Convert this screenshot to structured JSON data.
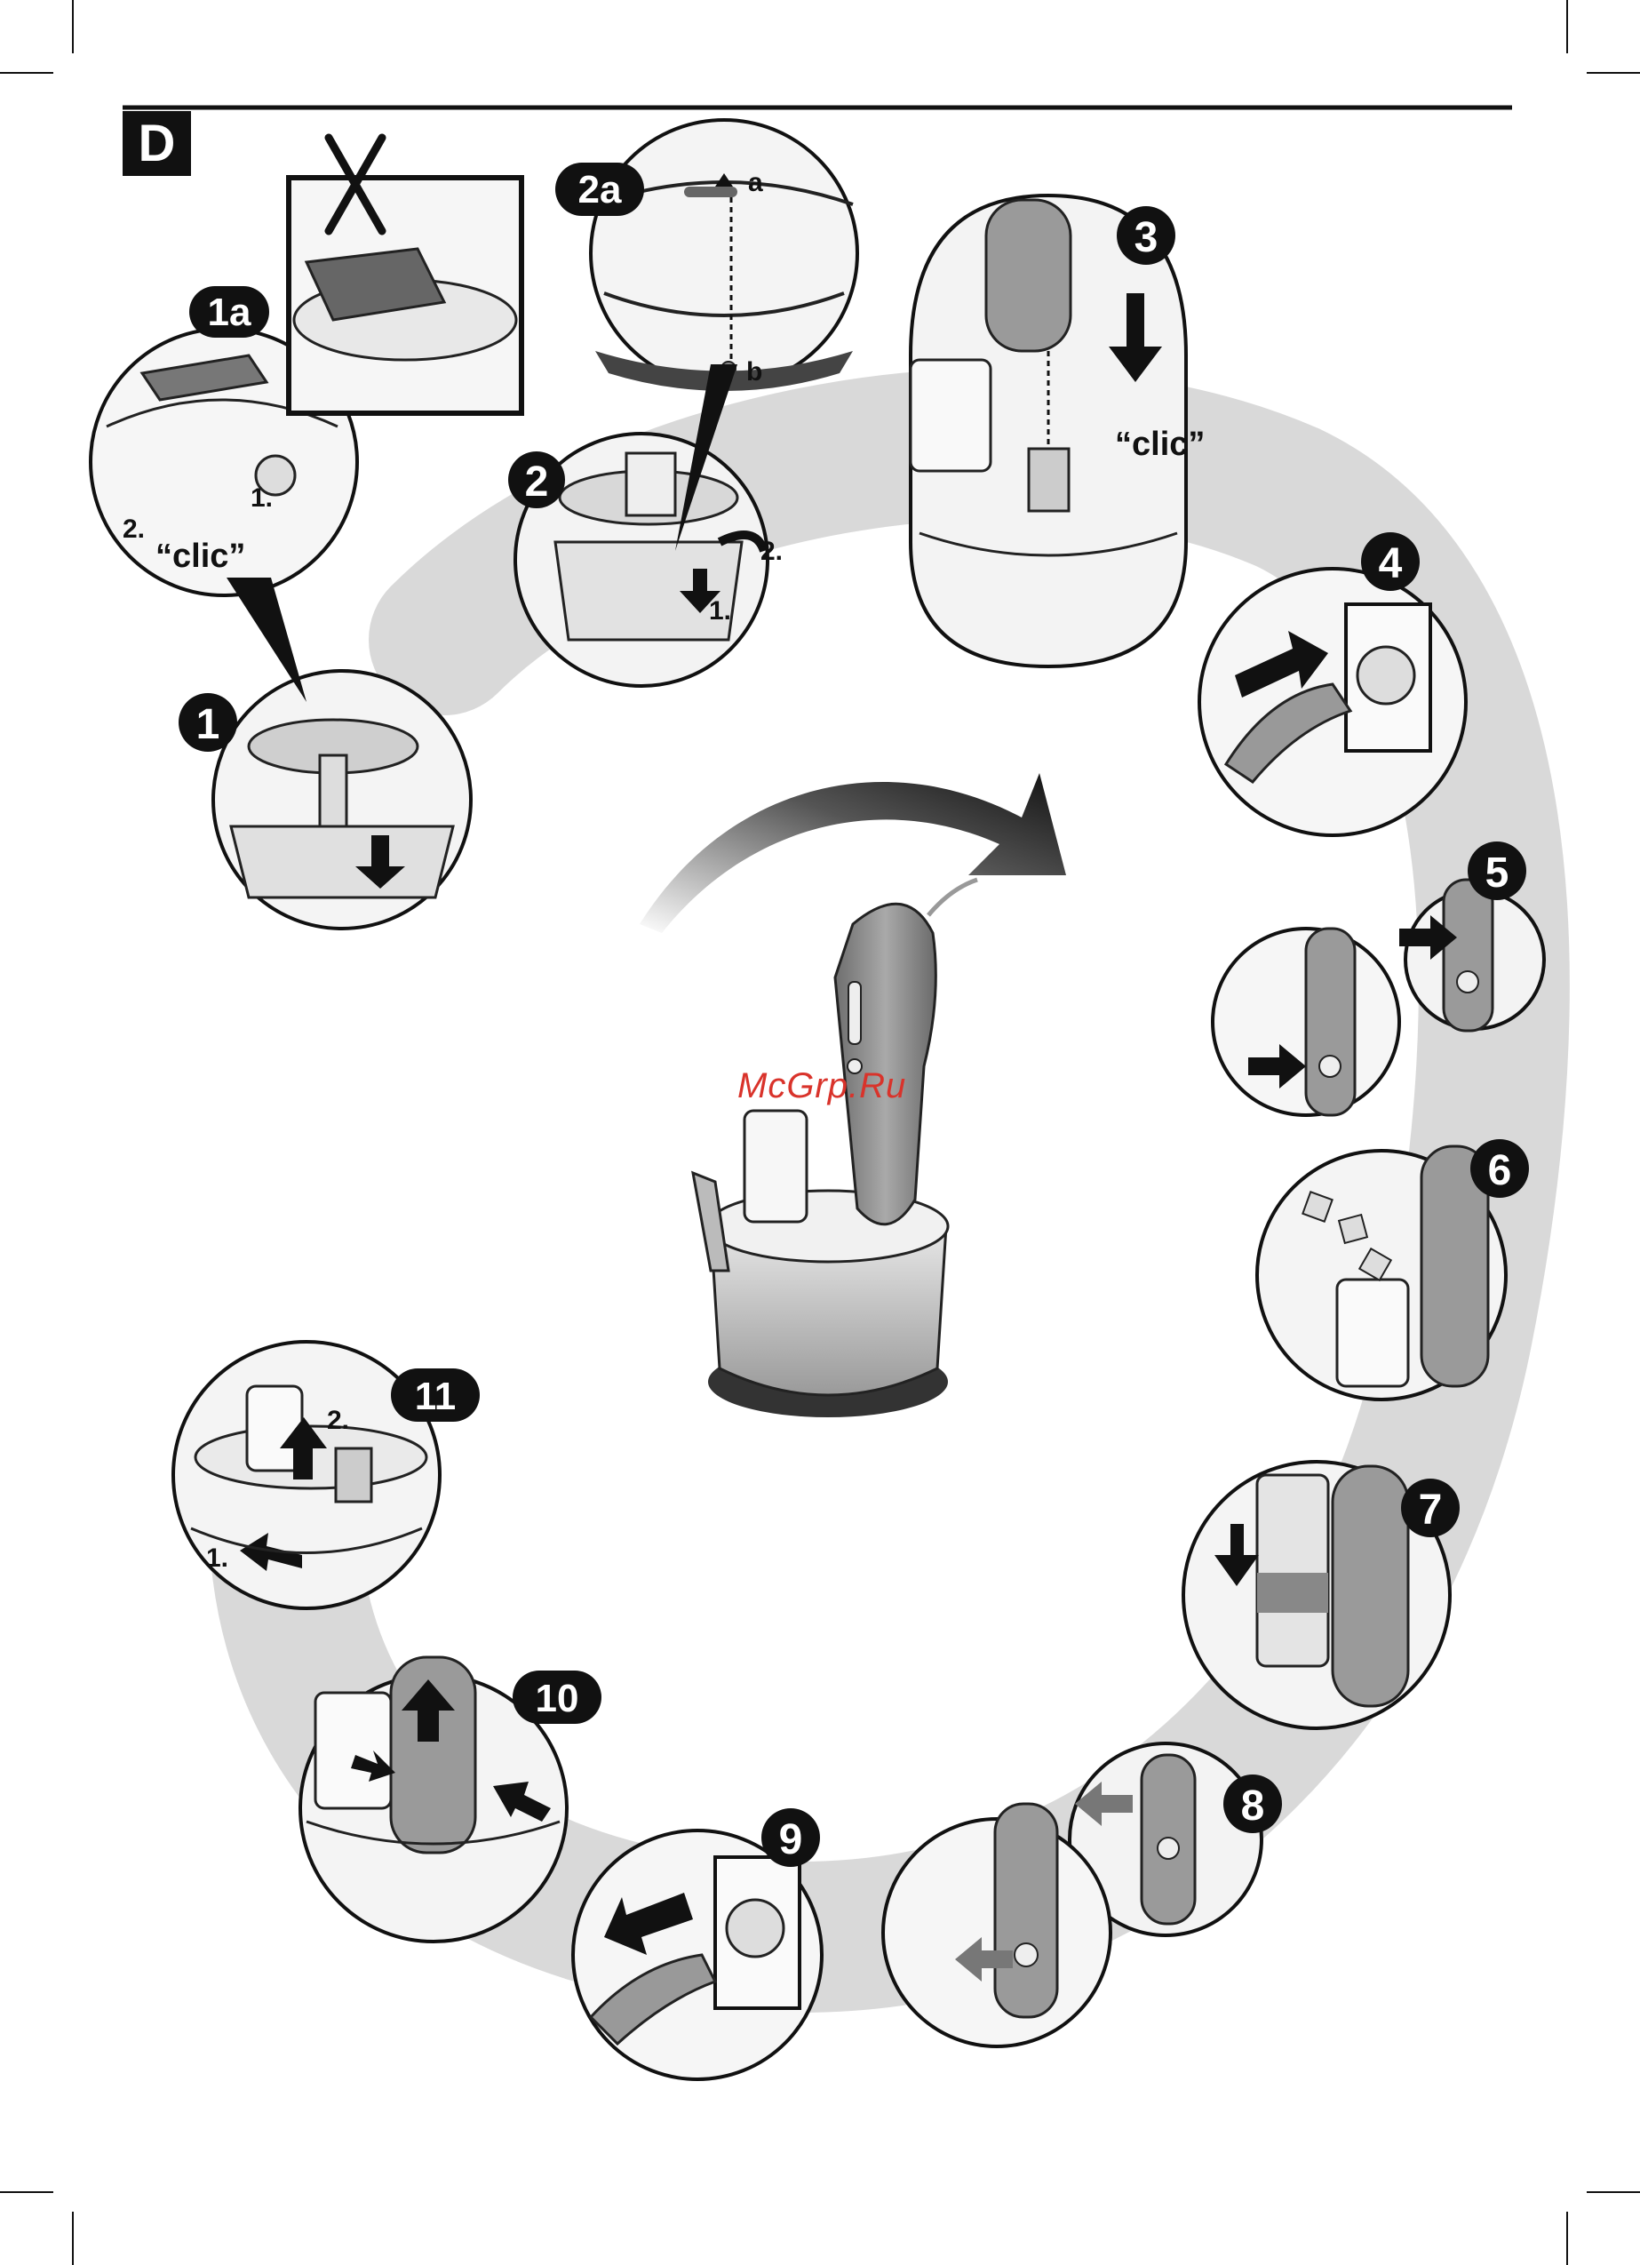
{
  "section": {
    "letter": "D"
  },
  "steps": [
    {
      "id": "1",
      "label": "1"
    },
    {
      "id": "1a",
      "label": "1a",
      "sub": [
        "1.",
        "2."
      ],
      "sound": "“clic”"
    },
    {
      "id": "2",
      "label": "2",
      "sub": [
        "1.",
        "2."
      ]
    },
    {
      "id": "2a",
      "label": "2a",
      "marks": [
        "a",
        "b"
      ]
    },
    {
      "id": "3",
      "label": "3",
      "sound": "“clic”"
    },
    {
      "id": "4",
      "label": "4"
    },
    {
      "id": "5",
      "label": "5"
    },
    {
      "id": "6",
      "label": "6"
    },
    {
      "id": "7",
      "label": "7"
    },
    {
      "id": "8",
      "label": "8"
    },
    {
      "id": "9",
      "label": "9"
    },
    {
      "id": "10",
      "label": "10"
    },
    {
      "id": "11",
      "label": "11",
      "sub": [
        "1.",
        "2."
      ]
    }
  ],
  "watermark": "McGrp.Ru",
  "colors": {
    "ink": "#111111",
    "swirl": "#c9c9c9",
    "device": "#8f8f8f",
    "accent": "#d9332b"
  }
}
